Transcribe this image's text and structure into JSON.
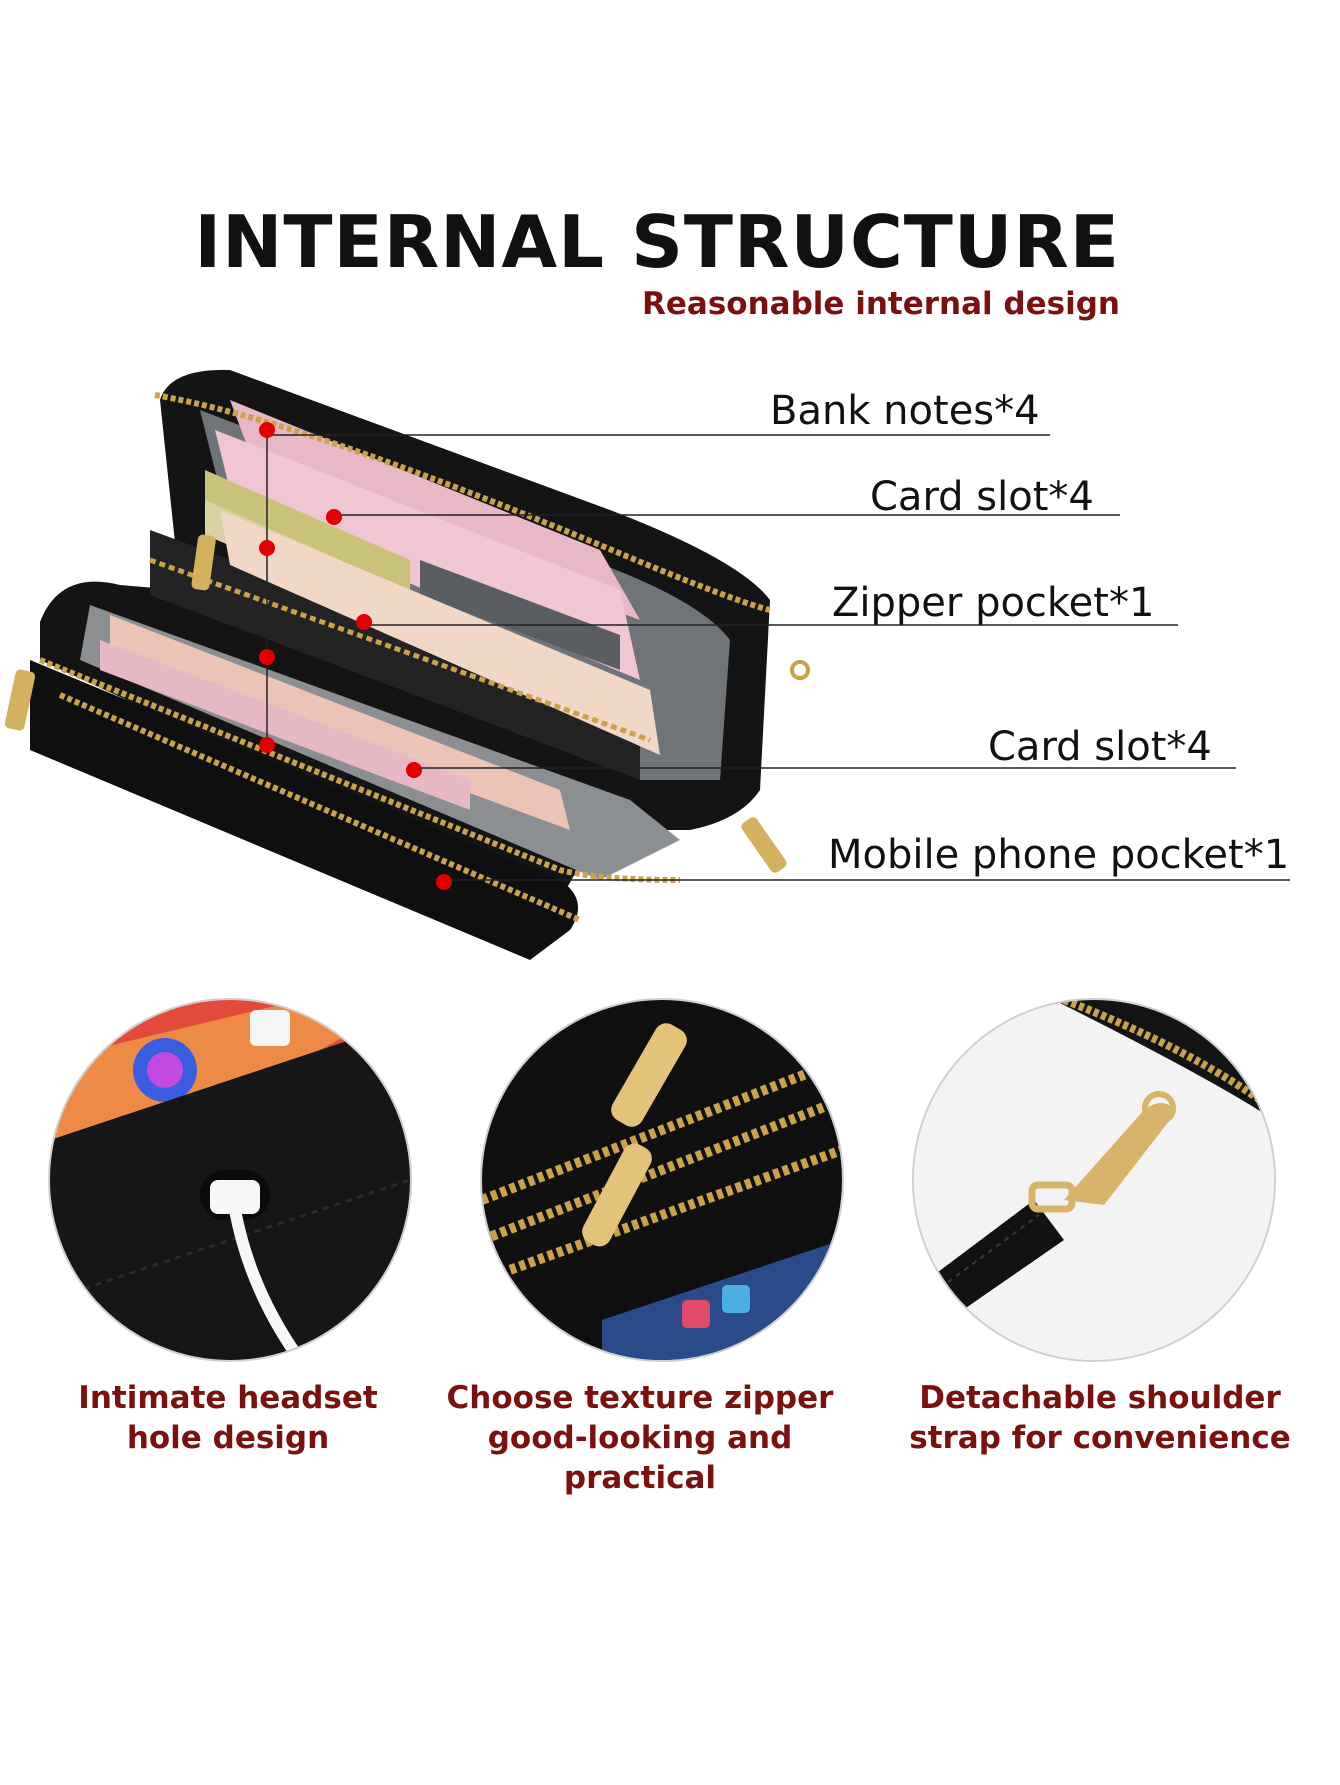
{
  "header": {
    "title": "INTERNAL STRUCTURE",
    "subtitle": "Reasonable internal design"
  },
  "callouts": [
    {
      "label": "Bank notes*4"
    },
    {
      "label": "Card slot*4"
    },
    {
      "label": "Zipper pocket*1"
    },
    {
      "label": "Card slot*4"
    },
    {
      "label": "Mobile phone pocket*1"
    }
  ],
  "features": [
    {
      "line1": "Intimate headset",
      "line2": "hole design"
    },
    {
      "line1": "Choose texture zipper",
      "line2": "good-looking and practical"
    },
    {
      "line1": "Detachable shoulder",
      "line2": "strap for convenience"
    }
  ],
  "colors": {
    "title": "#111111",
    "accent": "#7a1010",
    "dot": "#e00000",
    "leather": "#141414",
    "zipper_gold": "#c9a24a"
  }
}
